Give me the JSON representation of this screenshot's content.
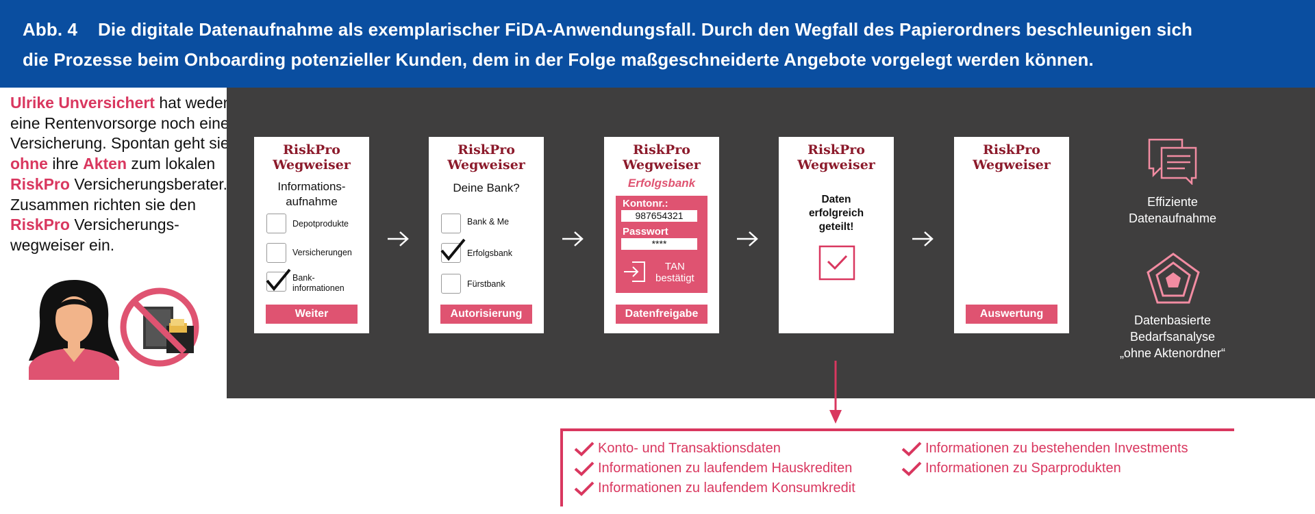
{
  "header": {
    "fig_label": "Abb. 4",
    "line1": "Die digitale Datenaufnahme als exemplarischer FiDA-Anwendungsfall. Durch den Wegfall des Papierordners beschleunigen sich",
    "line2": "die Prozesse beim Onboarding potenzieller Kunden, dem in der Folge maßgeschneiderte Angebote vorgelegt werden können."
  },
  "story": {
    "name": "Ulrike Unversichert",
    "t1": " hat weder eine Rentenvorsorge noch eine Versicherung. Spontan geht sie ",
    "ohne": "ohne",
    "t2": " ihre ",
    "akten": "Akten",
    "t3": " zum lokalen ",
    "riskpro1": "RiskPro",
    "t4": " Versicherungsberater. Zusammen richten sie den ",
    "riskpro2": "RiskPro",
    "t5": " Versicherungs-wegweiser ein."
  },
  "brand": {
    "line1": "RiskPro",
    "line2": "Wegweiser"
  },
  "card1": {
    "title_l1": "Informations-",
    "title_l2": "aufnahme",
    "options": [
      {
        "label": "Depotprodukte",
        "checked": false
      },
      {
        "label": "Versicherungen",
        "checked": false
      },
      {
        "label": "Bank-",
        "label2": "informationen",
        "checked": true
      }
    ],
    "button": "Weiter"
  },
  "card2": {
    "title": "Deine Bank?",
    "options": [
      {
        "label": "Bank & Me",
        "checked": false
      },
      {
        "label": "Erfolgsbank",
        "checked": true
      },
      {
        "label": "Fürstbank",
        "checked": false
      }
    ],
    "button": "Autorisierung"
  },
  "card3": {
    "bank_name": "Erfolgsbank",
    "konto_label": "Kontonr.:",
    "konto_value": "987654321",
    "pass_label": "Passwort",
    "pass_value": "****",
    "tan_l1": "TAN",
    "tan_l2": "bestätigt",
    "button": "Datenfreigabe"
  },
  "card4": {
    "msg_l1": "Daten",
    "msg_l2": "erfolgreich",
    "msg_l3": "geteilt!"
  },
  "card5": {
    "button": "Auswertung"
  },
  "side": {
    "label1_l1": "Effiziente",
    "label1_l2": "Datenaufnahme",
    "label2_l1": "Datenbasierte",
    "label2_l2": "Bedarfsanalyse",
    "label2_l3": "„ohne Aktenordner“"
  },
  "results": {
    "left": [
      "Konto- und Transaktionsdaten",
      "Informationen zu laufendem Hauskrediten",
      "Informationen zu laufendem Konsumkredit"
    ],
    "right": [
      "Informationen zu bestehenden Investments",
      "Informationen zu Sparprodukten"
    ]
  },
  "colors": {
    "header_blue": "#0a4ea0",
    "accent_pink": "#df5371",
    "brand_red": "#8c1a2b",
    "panel_gray": "#3f3e3e"
  }
}
